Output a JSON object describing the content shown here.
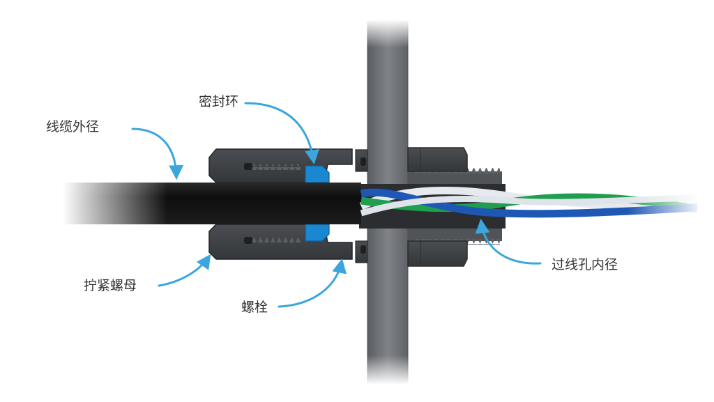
{
  "labels": {
    "seal_ring": "密封环",
    "cable_outer_diameter": "线缆外径",
    "tightening_nut": "拧紧螺母",
    "bolt": "螺栓",
    "hole_inner_diameter": "过线孔内径"
  },
  "colors": {
    "arrow": "#3aa6dd",
    "seal": "#1a87d3",
    "metal": "#3a3d40",
    "panel": "#6f7276",
    "cable": "#141414",
    "wire_blue": "#1f57b5",
    "wire_green": "#1f9e50",
    "wire_white": "#e6e9ee"
  }
}
